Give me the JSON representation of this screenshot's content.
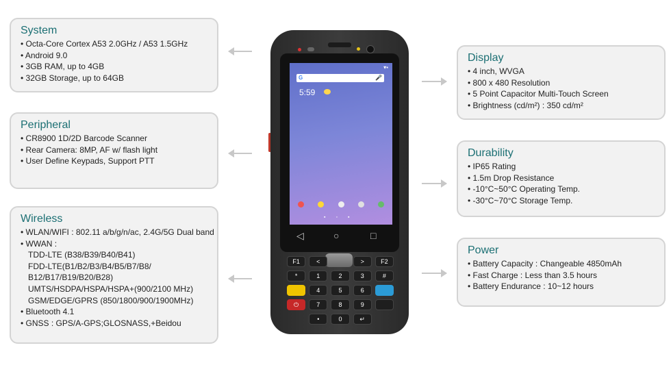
{
  "system": {
    "title": "System",
    "items": [
      "• Octa-Core Cortex A53 2.0GHz / A53 1.5GHz",
      "• Android 9.0",
      "• 3GB RAM, up to 4GB",
      "• 32GB Storage, up to 64GB"
    ]
  },
  "peripheral": {
    "title": "Peripheral",
    "items": [
      "• CR8900 1D/2D Barcode Scanner",
      "• Rear Camera: 8MP, AF w/ flash light",
      "• User Define Keypads, Support PTT"
    ]
  },
  "wireless": {
    "title": "Wireless",
    "items": [
      "• WLAN/WIFI : 802.11 a/b/g/n/ac, 2.4G/5G Dual band",
      "• WWAN :",
      "TDD-LTE (B38/B39/B40/B41)",
      "FDD-LTE(B1/B2/B3/B4/B5/B7/B8/",
      "B12/B17/B19/B20/B28)",
      "UMTS/HSDPA/HSPA/HSPA+(900/2100 MHz)",
      "GSM/EDGE/GPRS (850/1800/900/1900MHz)",
      "• Bluetooth 4.1",
      "• GNSS : GPS/A-GPS;GLOSNASS,+Beidou"
    ]
  },
  "display": {
    "title": "Display",
    "items": [
      "• 4 inch, WVGA",
      "• 800 x 480 Resolution",
      "• 5 Point Capacitor Multi-Touch Screen",
      "• Brightness (cd/m²) : 350 cd/m²"
    ]
  },
  "durability": {
    "title": "Durability",
    "items": [
      "• IP65 Rating",
      "• 1.5m Drop Resistance",
      "• -10°C~50°C Operating Temp.",
      "• -30°C~70°C Storage Temp."
    ]
  },
  "power": {
    "title": "Power",
    "items": [
      "• Battery Capacity : Changeable 4850mAh",
      "• Fast Charge : Less than 3.5 hours",
      "• Battery Endurance : 10~12 hours"
    ]
  },
  "device": {
    "clock": "5:59",
    "google": "G",
    "nav_icons": [
      "◁",
      "○",
      "□"
    ],
    "keypad": [
      "F1",
      "<",
      "",
      ">",
      "F2",
      "*",
      "1",
      "2",
      "3",
      "#",
      "",
      "4",
      "5",
      "6",
      "",
      "⏻",
      "7",
      "8",
      "9",
      "",
      "",
      "•",
      "0",
      "↵",
      ""
    ],
    "accents": {
      "yellow": "#f0c400",
      "blue": "#2b9bd6",
      "red": "#c62828",
      "title": "#1b6f73"
    }
  }
}
